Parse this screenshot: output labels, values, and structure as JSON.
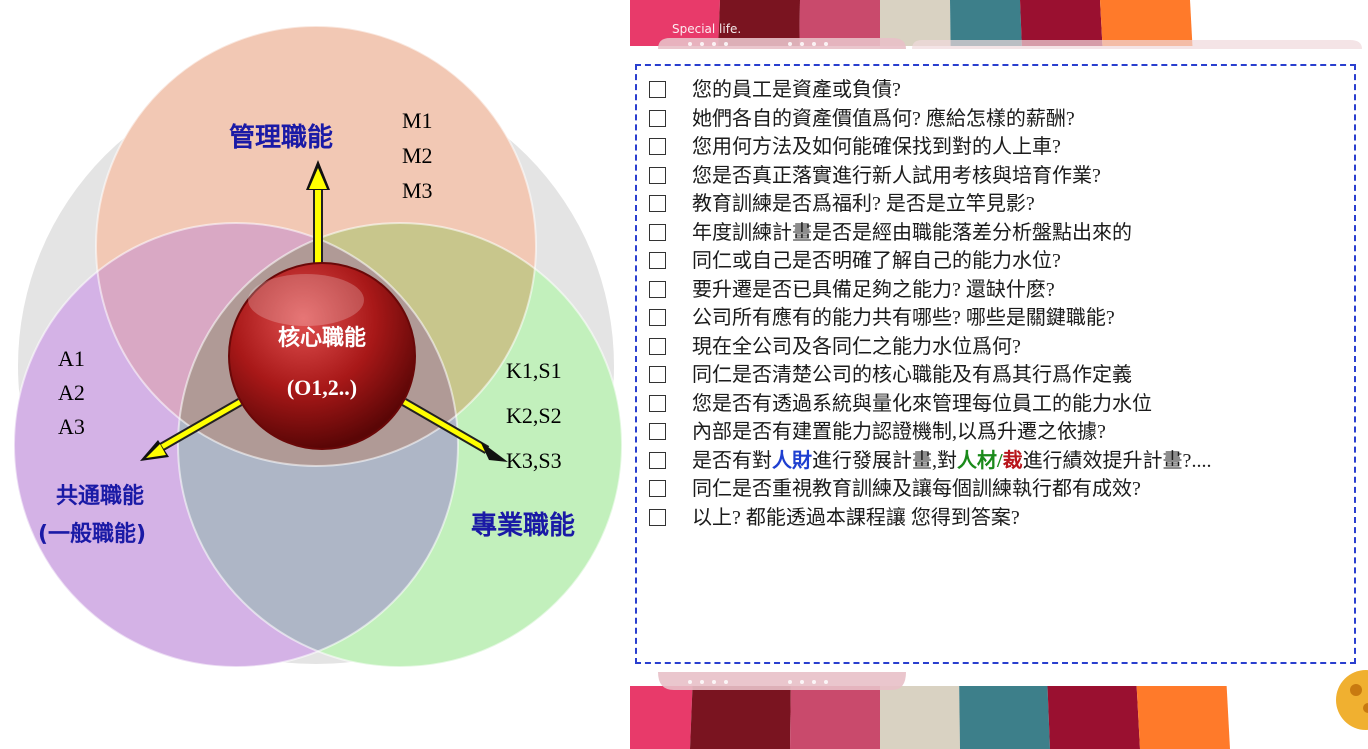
{
  "venn": {
    "top_label": "管理職能",
    "top_codes": [
      "M1",
      "M2",
      "M3"
    ],
    "center_label": "核心職能",
    "center_sub": "(O1,2..)",
    "left_codes": [
      "A1",
      "A2",
      "A3"
    ],
    "left_label_1": "共通職能",
    "left_label_2": "(一般職能)",
    "right_codes": [
      "K1,S1",
      "K2,S2",
      "K3,S3"
    ],
    "right_label": "專業職能",
    "colors": {
      "top": "#f2c8b4",
      "left": "#d4b2e6",
      "right": "#c2f0bc",
      "center": "#b09a96",
      "core": "#9c1414",
      "arrow": "#ffff00"
    }
  },
  "panel": {
    "tab_label": "Special life.",
    "questions": [
      "您的員工是資產或負債?",
      "她們各自的資產價值爲何? 應給怎樣的薪酬?",
      "您用何方法及如何能確保找到對的人上車?",
      "您是否真正落實進行新人試用考核與培育作業?",
      "教育訓練是否爲福利? 是否是立竿見影?",
      "年度訓練計畫是否是經由職能落差分析盤點出來的",
      "同仁或自己是否明確了解自己的能力水位?",
      "要升遷是否已具備足夠之能力? 還缺什麽?",
      "公司所有應有的能力共有哪些? 哪些是關鍵職能?",
      "現在全公司及各同仁之能力水位爲何?",
      "同仁是否清楚公司的核心職能及有爲其行爲作定義",
      "您是否有透過系統與量化來管理每位員工的能力水位",
      "內部是否有建置能力認證機制,以爲升遷之依據?"
    ],
    "q14": {
      "part1": "是否有對",
      "hl1": "人財",
      "part2": "進行發展計畫,對",
      "hl2a": "人材/",
      "hl2b": "裁",
      "part3": "進行績效提升計畫?...."
    },
    "questions_tail": [
      "同仁是否重視教育訓練及讓每個訓練執行都有成效?",
      "以上? 都能透過本課程讓 您得到答案?"
    ]
  }
}
